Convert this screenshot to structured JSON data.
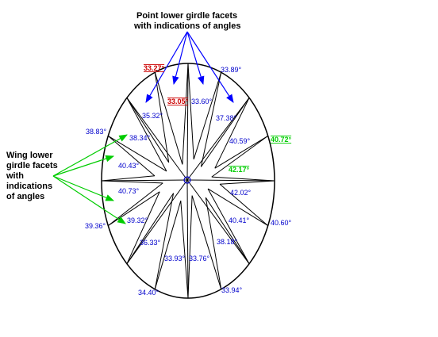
{
  "titles": {
    "point_line1": "Point lower girdle facets",
    "point_line2": "with indications of angles",
    "wing_line1": "Wing lower",
    "wing_line2": "girdle facets",
    "wing_line3": "with",
    "wing_line4": "indications",
    "wing_line5": "of angles"
  },
  "colors": {
    "outline": "#000000",
    "blue": "#0000cc",
    "arrow_blue": "#0000ff",
    "green": "#00cc00",
    "red": "#cc0000"
  },
  "angles": {
    "outer_top_left": "33.27°",
    "outer_top_right": "33.89°",
    "outer_left_upper": "38.83°",
    "outer_right_upper": "40.72°",
    "outer_left_lower": "39.36°",
    "outer_right_lower": "40.60°",
    "outer_bottom_left": "34.40°",
    "outer_bottom_right": "33.94°",
    "inner_top_left": "33.05°",
    "inner_top_right": "33.60°",
    "inner_upper_left": "35.32°",
    "inner_upper_right": "37.38°",
    "wing_left_1": "38.34°",
    "inner_right_1": "40.59°",
    "wing_left_2": "40.43°",
    "inner_right_2": "42.17°",
    "wing_left_3": "40.73°",
    "inner_right_3": "42.02°",
    "wing_left_4": "39.32°",
    "inner_right_4": "40.41°",
    "inner_lower_left": "36.33°",
    "inner_lower_right": "38.18°",
    "inner_bottom_left": "33.93°",
    "inner_bottom_right": "33.76°"
  }
}
